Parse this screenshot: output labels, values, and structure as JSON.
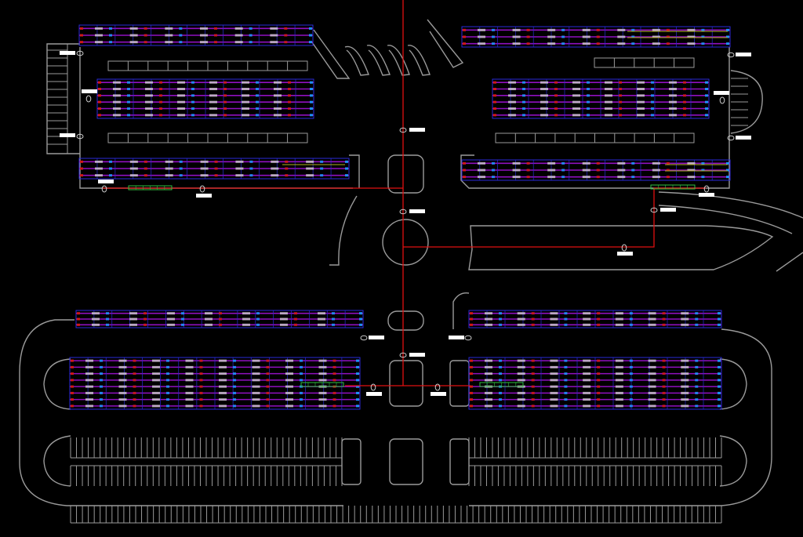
{
  "drawing": {
    "background": "#000000",
    "colors": {
      "site_outline": "#9a9a9a",
      "feeder": "#e01010",
      "panel_frame": "#2a2ad8",
      "string_line": "#9010c0",
      "inverter": "#d01818",
      "combiner": "#2090ff",
      "module_mark": "#d8d8d8",
      "tag_fill": "#ffffff",
      "junction_box": "#30c040",
      "cable_run": "#b0b020"
    },
    "icons": {
      "junction": "circle-node",
      "tag": "label-tag",
      "combiner_box": "green-rect"
    }
  }
}
